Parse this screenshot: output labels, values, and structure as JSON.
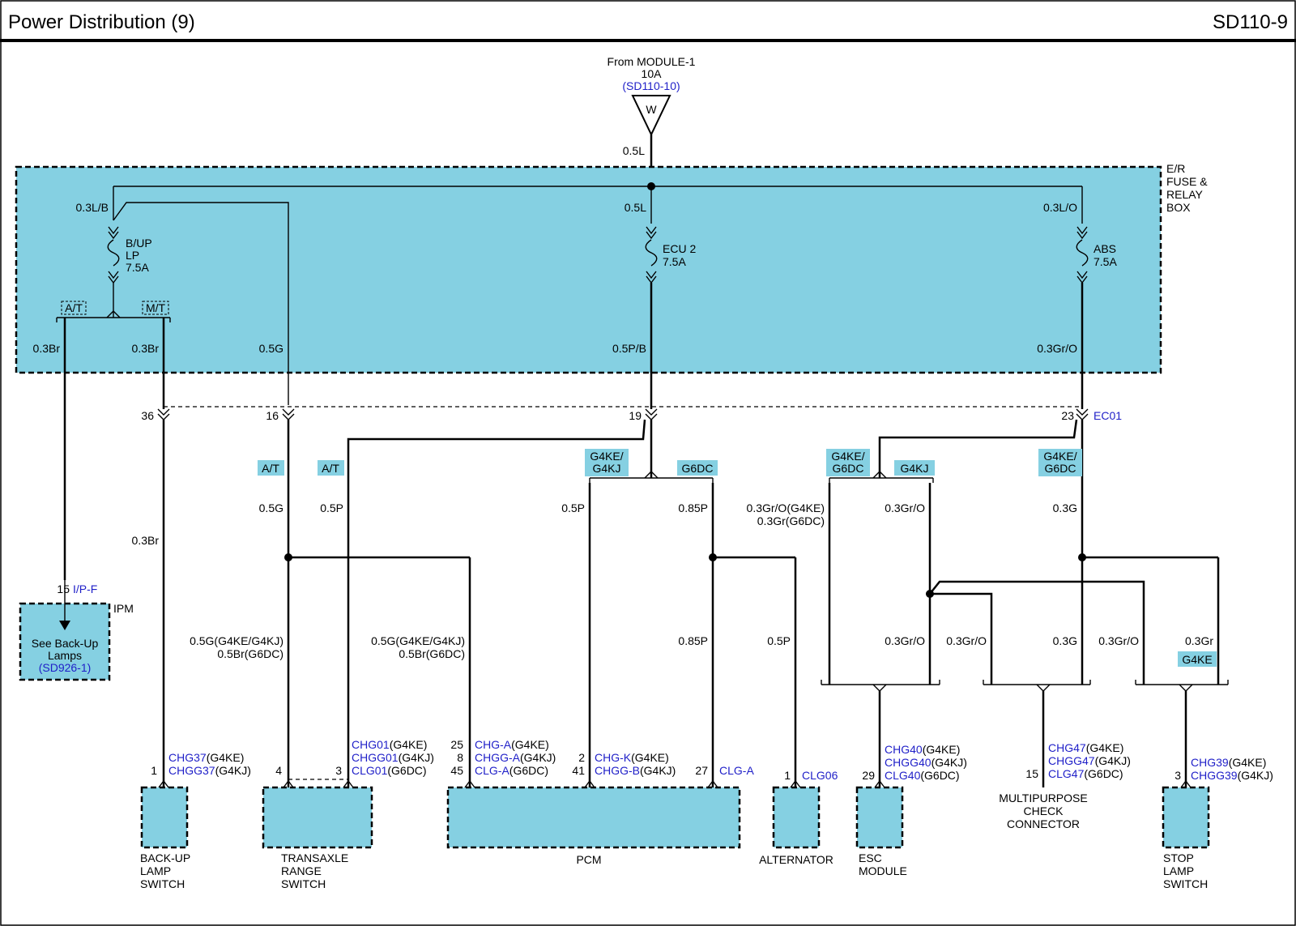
{
  "header": {
    "title": "Power Distribution (9)",
    "code": "SD110-9"
  },
  "source": {
    "line1": "From MODULE-1",
    "line2": "10A",
    "ref": "(SD110-10)",
    "terminal": "W",
    "wire": "0.5L"
  },
  "fuse_box": {
    "label": [
      "E/R",
      "FUSE &",
      "RELAY",
      "BOX"
    ],
    "wire_left": "0.3L/B",
    "wire_mid": "0.5L",
    "wire_right": "0.3L/O",
    "fuse_bup": [
      "B/UP",
      "LP",
      "7.5A"
    ],
    "fuse_ecu": [
      "ECU 2",
      "7.5A"
    ],
    "fuse_abs": [
      "ABS",
      "7.5A"
    ],
    "at": "A/T",
    "mt": "M/T",
    "out_wires": [
      "0.3Br",
      "0.3Br",
      "0.5G",
      "0.5P/B",
      "0.3Gr/O"
    ]
  },
  "connector": {
    "pins": [
      "36",
      "16",
      "19",
      "23"
    ],
    "name": "EC01"
  },
  "ipm": {
    "pin": "15",
    "conn": "I/P-F",
    "name": "IPM",
    "text1": "See Back-Up",
    "text2": "Lamps",
    "ref": "(SD926-1)"
  },
  "tags": {
    "at": "A/T",
    "g4ke_g4kj": [
      "G4KE/",
      "G4KJ"
    ],
    "g6dc": "G6DC",
    "g4ke_g6dc": [
      "G4KE/",
      "G6DC"
    ],
    "g4kj": "G4KJ",
    "g4ke": "G4KE"
  },
  "wires": {
    "bup_03br": "0.3Br",
    "trs_05g": "0.5G",
    "trs_05p": "0.5P",
    "pcm_05p": "0.5P",
    "pcm_085p": "0.85P",
    "esc_grO_1": "0.3Gr/O(G4KE)",
    "esc_grO_2": "0.3Gr(G6DC)",
    "mid_03gro": "0.3Gr/O",
    "right_03g": "0.3G",
    "trs_g_a": "0.5G(G4KE/G4KJ)",
    "trs_g_b": "0.5Br(G6DC)",
    "pcm_g_a": "0.5G(G4KE/G4KJ)",
    "pcm_g_b": "0.5Br(G6DC)",
    "pcm_085p_b": "0.85P",
    "alt_05p": "0.5P",
    "esc_03gro": "0.3Gr/O",
    "mpc_03gro": "0.3Gr/O",
    "mpc_03g": "0.3G",
    "stop_03gro": "0.3Gr/O",
    "stop_03gr": "0.3Gr"
  },
  "components": {
    "backup": {
      "pin": "1",
      "conns": [
        "CHG37",
        "CHGG37"
      ],
      "suffix": [
        "(G4KE)",
        "(G4KJ)"
      ],
      "label": [
        "BACK-UP",
        "LAMP",
        "SWITCH"
      ]
    },
    "trs": {
      "pins": [
        "4",
        "3"
      ],
      "conns": [
        "CHG01",
        "CHGG01",
        "CLG01"
      ],
      "suffix": [
        "(G4KE)",
        "(G4KJ)",
        "(G6DC)"
      ],
      "label": [
        "TRANSAXLE",
        "RANGE",
        "SWITCH"
      ]
    },
    "pcm": {
      "pins_a": [
        "25",
        "8",
        "45"
      ],
      "conns_a": [
        "CHG-A",
        "CHGG-A",
        "CLG-A"
      ],
      "suffix_a": [
        "(G4KE)",
        "(G4KJ)",
        "(G6DC)"
      ],
      "pins_b": [
        "2",
        "41"
      ],
      "conns_b": [
        "CHG-K",
        "CHGG-B"
      ],
      "suffix_b": [
        "(G4KE)",
        "(G4KJ)"
      ],
      "pin_c": "27",
      "conn_c": "CLG-A",
      "label": "PCM"
    },
    "alternator": {
      "pin": "1",
      "conn": "CLG06",
      "label": "ALTERNATOR"
    },
    "esc": {
      "pin": "29",
      "conns": [
        "CHG40",
        "CHGG40",
        "CLG40"
      ],
      "suffix": [
        "(G4KE)",
        "(G4KJ)",
        "(G6DC)"
      ],
      "label": [
        "ESC",
        "MODULE"
      ]
    },
    "mpc": {
      "pin": "15",
      "conns": [
        "CHG47",
        "CHGG47",
        "CLG47"
      ],
      "suffix": [
        "(G4KE)",
        "(G4KJ)",
        "(G6DC)"
      ],
      "label": [
        "MULTIPURPOSE",
        "CHECK",
        "CONNECTOR"
      ]
    },
    "stop": {
      "pin": "3",
      "conns": [
        "CHG39",
        "CHGG39"
      ],
      "suffix": [
        "(G4KE)",
        "(G4KJ)"
      ],
      "label": [
        "STOP",
        "LAMP",
        "SWITCH"
      ]
    }
  }
}
